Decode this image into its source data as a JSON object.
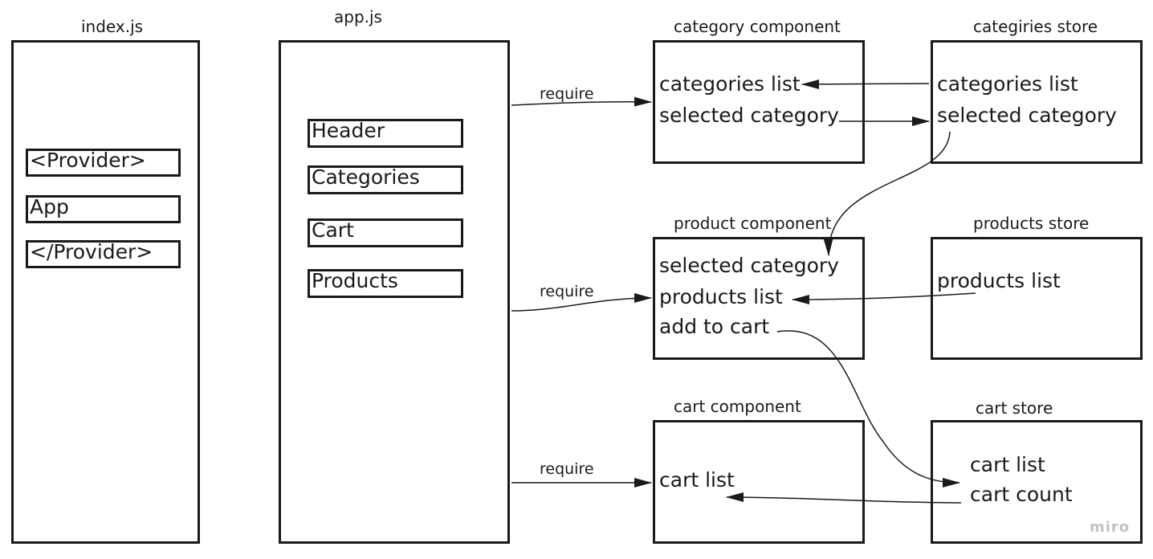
{
  "index": {
    "title": "index.js",
    "items": [
      "<Provider>",
      "App",
      "</Provider>"
    ]
  },
  "app": {
    "title": "app.js",
    "items": [
      "Header",
      "Categories",
      "Cart",
      "Products"
    ]
  },
  "category_component": {
    "title": "category component",
    "items": [
      "categories list",
      "selected category"
    ]
  },
  "categories_store": {
    "title": "categiries store",
    "items": [
      "categories list",
      "selected category"
    ]
  },
  "product_component": {
    "title": "product component",
    "items": [
      "selected category",
      "products list",
      "add to cart"
    ]
  },
  "products_store": {
    "title": "products store",
    "items": [
      "products list"
    ]
  },
  "cart_component": {
    "title": "cart component",
    "items": [
      "cart list"
    ]
  },
  "cart_store": {
    "title": "cart store",
    "items": [
      "cart list",
      "cart count"
    ]
  },
  "edges": {
    "require_label": "require"
  },
  "watermark": "miro"
}
